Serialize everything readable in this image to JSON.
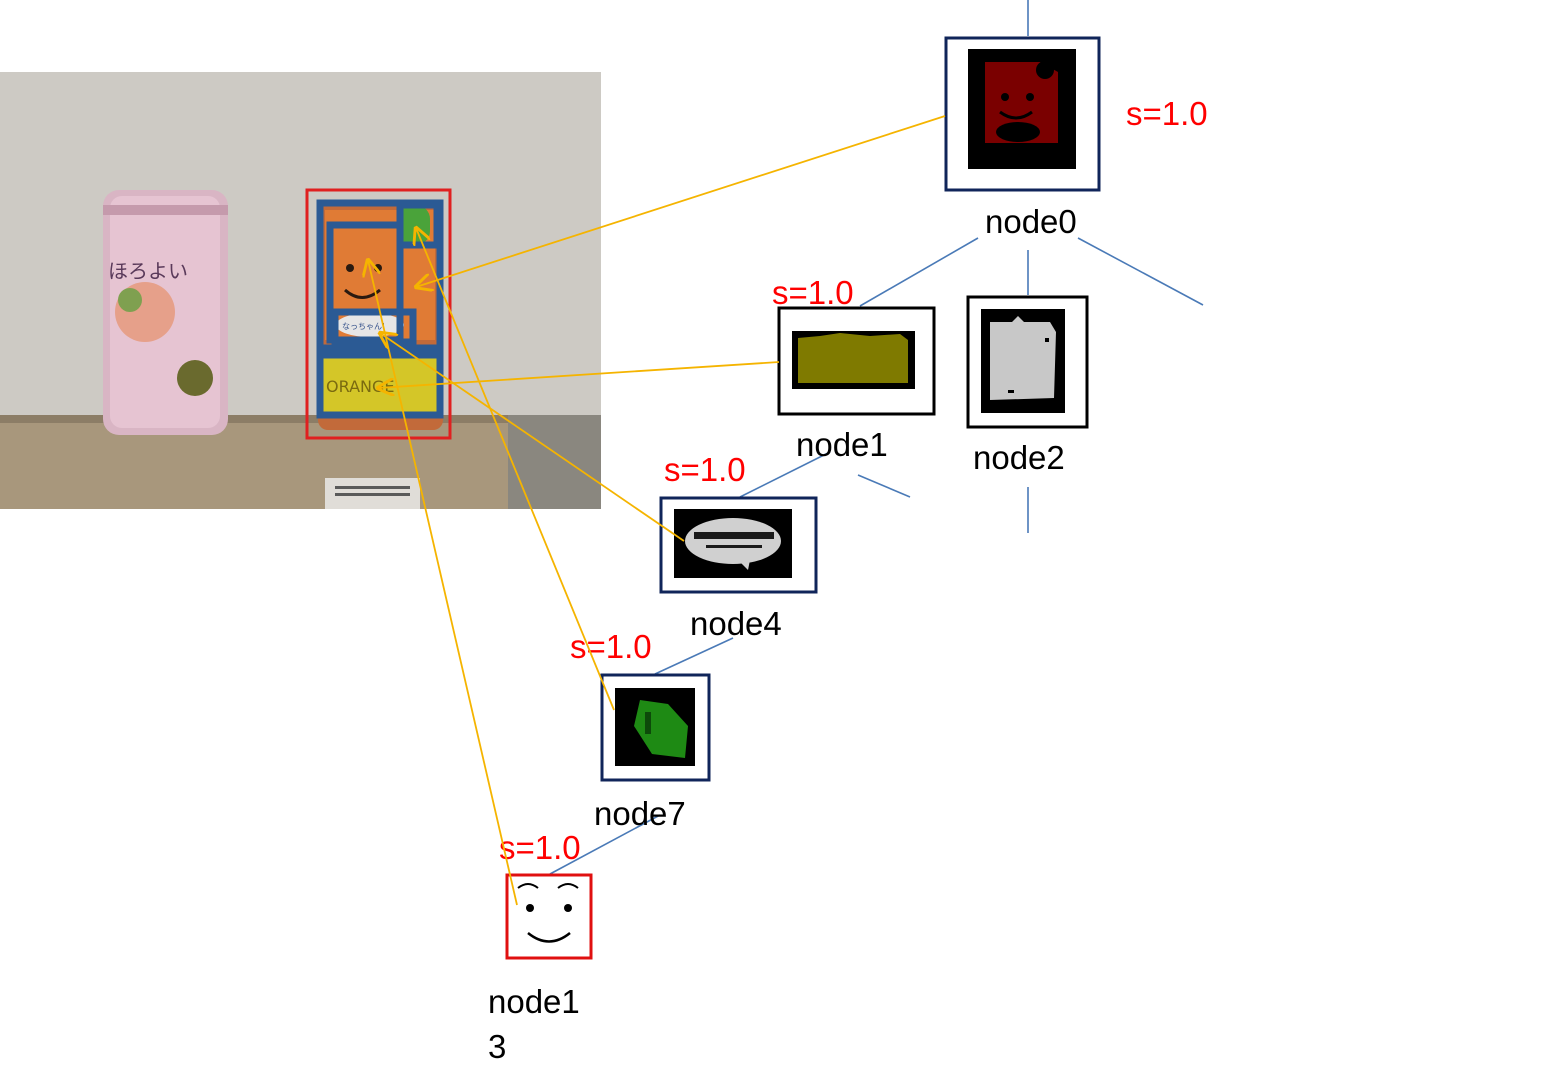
{
  "colors": {
    "tree_edge": "#4a7ab7",
    "match_arrow": "#f5b400",
    "score_text": "#ff0000",
    "navy_frame": "#10255a",
    "black_frame": "#000000",
    "red_frame": "#e01010",
    "region_box": "#2b5a94",
    "object_box": "#e02020"
  },
  "nodes": [
    {
      "id": "node0",
      "label": "node0",
      "score": "s=1.0",
      "region_color": "#7a0000",
      "frame_color": "#10255a"
    },
    {
      "id": "node1",
      "label": "node1",
      "score": "s=1.0",
      "region_color": "#7f7a00",
      "frame_color": "#000000"
    },
    {
      "id": "node2",
      "label": "node2",
      "score": "",
      "region_color": "#c8c8c8",
      "frame_color": "#000000"
    },
    {
      "id": "node4",
      "label": "node4",
      "score": "s=1.0",
      "region_color": "#d0d0d0",
      "frame_color": "#10255a"
    },
    {
      "id": "node7",
      "label": "node7",
      "score": "s=1.0",
      "region_color": "#1e8a14",
      "frame_color": "#10255a"
    },
    {
      "id": "node13",
      "label_line1": "node1",
      "label_line2": "3",
      "score": "s=1.0",
      "frame_color": "#e01010"
    }
  ],
  "photo": {
    "left_can_text": "ほろよい",
    "right_can_text_1": "ORANGE",
    "right_can_text_2": "なっちゃん!"
  }
}
